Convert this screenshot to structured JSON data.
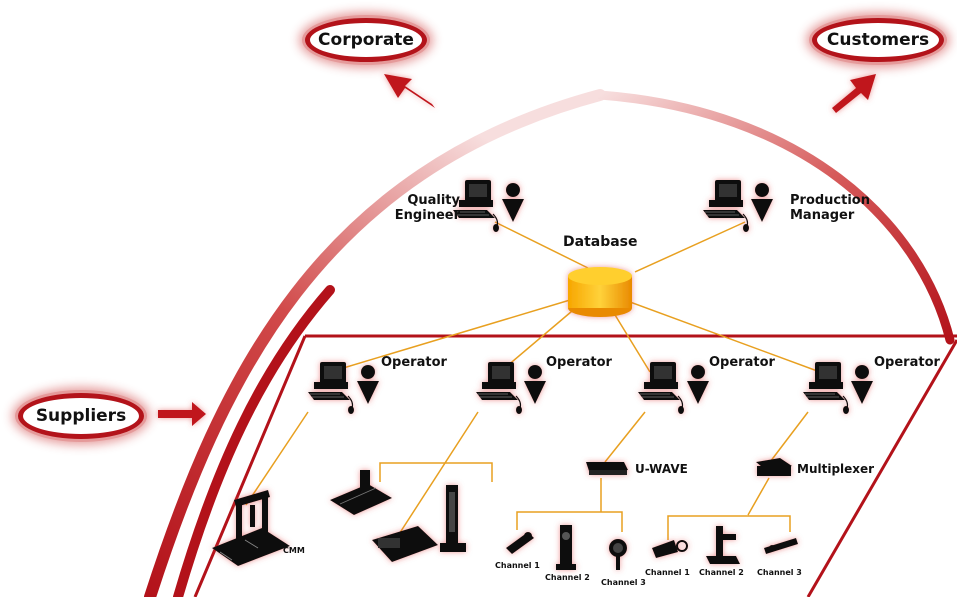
{
  "external": {
    "corporate": "Corporate",
    "customers": "Customers",
    "suppliers": "Suppliers"
  },
  "hub": {
    "database": "Database",
    "quality_engineer": "Quality\nEngineer",
    "production_manager": "Production\nManager"
  },
  "operators": [
    "Operator",
    "Operator",
    "Operator",
    "Operator"
  ],
  "devices": {
    "cmm": "CMM",
    "uwave": "U-WAVE",
    "multiplexer": "Multiplexer",
    "uwave_channels": [
      "Channel 1",
      "Channel 2",
      "Channel 3"
    ],
    "mux_channels": [
      "Channel 1",
      "Channel 2",
      "Channel 3"
    ]
  },
  "colors": {
    "arc_red": "#c0181e",
    "connector": "#e8a020",
    "database": "#f5b800",
    "icon": "#111111"
  },
  "icons": [
    "workstation-icon",
    "person-icon",
    "database-icon",
    "cmm-machine-icon",
    "gauge-icon",
    "wireless-receiver-icon",
    "multiplexer-icon",
    "caliper-icon",
    "micrometer-icon",
    "height-gauge-icon",
    "dial-indicator-icon",
    "arrow-icon"
  ]
}
